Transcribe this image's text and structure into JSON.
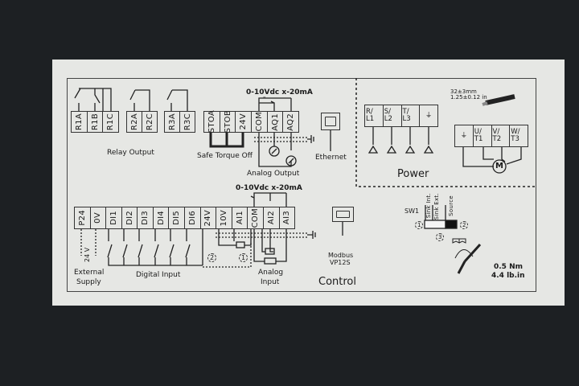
{
  "relay": {
    "r1": [
      "R1A",
      "R1B",
      "R1C"
    ],
    "r2": [
      "R2A",
      "R2C"
    ],
    "r3": [
      "R3A",
      "R3C"
    ],
    "label": "Relay Output"
  },
  "sto": {
    "terminals": [
      "STOA",
      "STOB",
      "24V",
      "COM",
      "AQ1",
      "AQ2"
    ],
    "label": "Safe Torque Off",
    "range": "0-10Vdc x-20mA",
    "quote": "\"",
    "analog_output_label": "Analog Output"
  },
  "ethernet": {
    "label": "Ethernet"
  },
  "power": {
    "inputs": [
      "R/ L1",
      "S/ L2",
      "T/ L3",
      "⏚"
    ],
    "outputs": [
      "⏚",
      "U/ T1",
      "V/ T2",
      "W/ T3"
    ],
    "label": "Power",
    "motor": "M",
    "strip_length_mm": "32±3mm",
    "strip_length_in": "1.25±0.12 in"
  },
  "control": {
    "terminals": [
      "P24",
      "0V",
      "DI1",
      "DI2",
      "DI3",
      "DI4",
      "DI5",
      "DI6",
      "24V",
      "10V",
      "AI1",
      "COM",
      "AI2",
      "AI3"
    ],
    "range": "0-10Vdc x-20mA",
    "external_supply": [
      "External",
      "Supply"
    ],
    "supply_voltage": "24 V",
    "digital_input_label": "Digital Input",
    "analog_input_label": [
      "Analog",
      "Input"
    ],
    "modbus": [
      "Modbus",
      "VP12S"
    ],
    "label": "Control",
    "marker_1": "1",
    "marker_2": "2"
  },
  "switch": {
    "name": "SW1",
    "positions": [
      "Sink Int.",
      "Sink Ext.",
      "Source"
    ],
    "marker_1": "1",
    "marker_2": "2",
    "marker_3": "3"
  },
  "torque": {
    "nm": "0.5 Nm",
    "lbin": "4.4 lb.in"
  }
}
